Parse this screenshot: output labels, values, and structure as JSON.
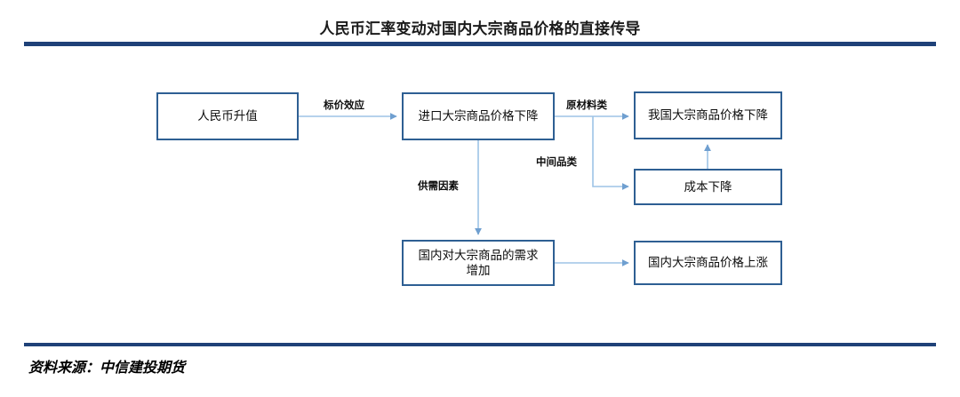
{
  "header": {
    "title": "人民币汇率变动对国内大宗商品价格的直接传导"
  },
  "footer": {
    "source": "资料来源：中信建投期货"
  },
  "colors": {
    "rule": "#1f4178",
    "node_border": "#2e5f93",
    "connector": "#9dc3e6",
    "text": "#0d0d0d",
    "background": "#ffffff"
  },
  "diagram": {
    "type": "flowchart",
    "nodes": [
      {
        "id": "rmb-appreciation",
        "label": "人民币升值"
      },
      {
        "id": "import-price-down",
        "label": "进口大宗商品价格下降"
      },
      {
        "id": "china-price-down",
        "label": "我国大宗商品价格下降"
      },
      {
        "id": "cost-down",
        "label": "成本下降"
      },
      {
        "id": "demand-up",
        "label": "国内对大宗商品的需求\n增加"
      },
      {
        "id": "domestic-price-up",
        "label": "国内大宗商品价格上涨"
      }
    ],
    "edges": [
      {
        "from": "rmb-appreciation",
        "to": "import-price-down",
        "label": "标价效应"
      },
      {
        "from": "import-price-down",
        "to": "china-price-down",
        "label": "原材料类"
      },
      {
        "from": "import-price-down",
        "to": "cost-down",
        "label": "中间品类"
      },
      {
        "from": "cost-down",
        "to": "china-price-down",
        "label": ""
      },
      {
        "from": "import-price-down",
        "to": "demand-up",
        "label": "供需因素"
      },
      {
        "from": "demand-up",
        "to": "domestic-price-up",
        "label": ""
      }
    ]
  }
}
